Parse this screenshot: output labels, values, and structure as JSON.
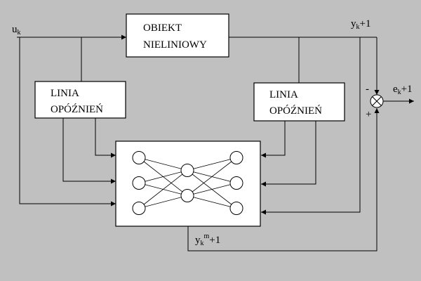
{
  "blocks": {
    "plant": {
      "line1": "OBIEKT",
      "line2": "NIELINIOWY"
    },
    "delay_left": {
      "line1": "LINIA",
      "line2": "OPÓŹNIEŃ"
    },
    "delay_right": {
      "line1": "LINIA",
      "line2": "OPÓŹNIEŃ"
    }
  },
  "signals": {
    "input": {
      "base": "u",
      "sub": "k"
    },
    "plant_output": {
      "base": "y",
      "sub": "k",
      "tail": "+1"
    },
    "error": {
      "base": "e",
      "sub": "k",
      "tail": "+1"
    },
    "model_output": {
      "base": "y",
      "sub": "k",
      "sup": "m",
      "tail": "+1"
    }
  },
  "summing_junction": {
    "minus": "-",
    "plus": "+"
  },
  "network": {
    "layers": [
      3,
      2,
      3
    ]
  },
  "colors": {
    "background": "#c0c0c0",
    "block_fill": "#ffffff",
    "line": "#000000"
  }
}
